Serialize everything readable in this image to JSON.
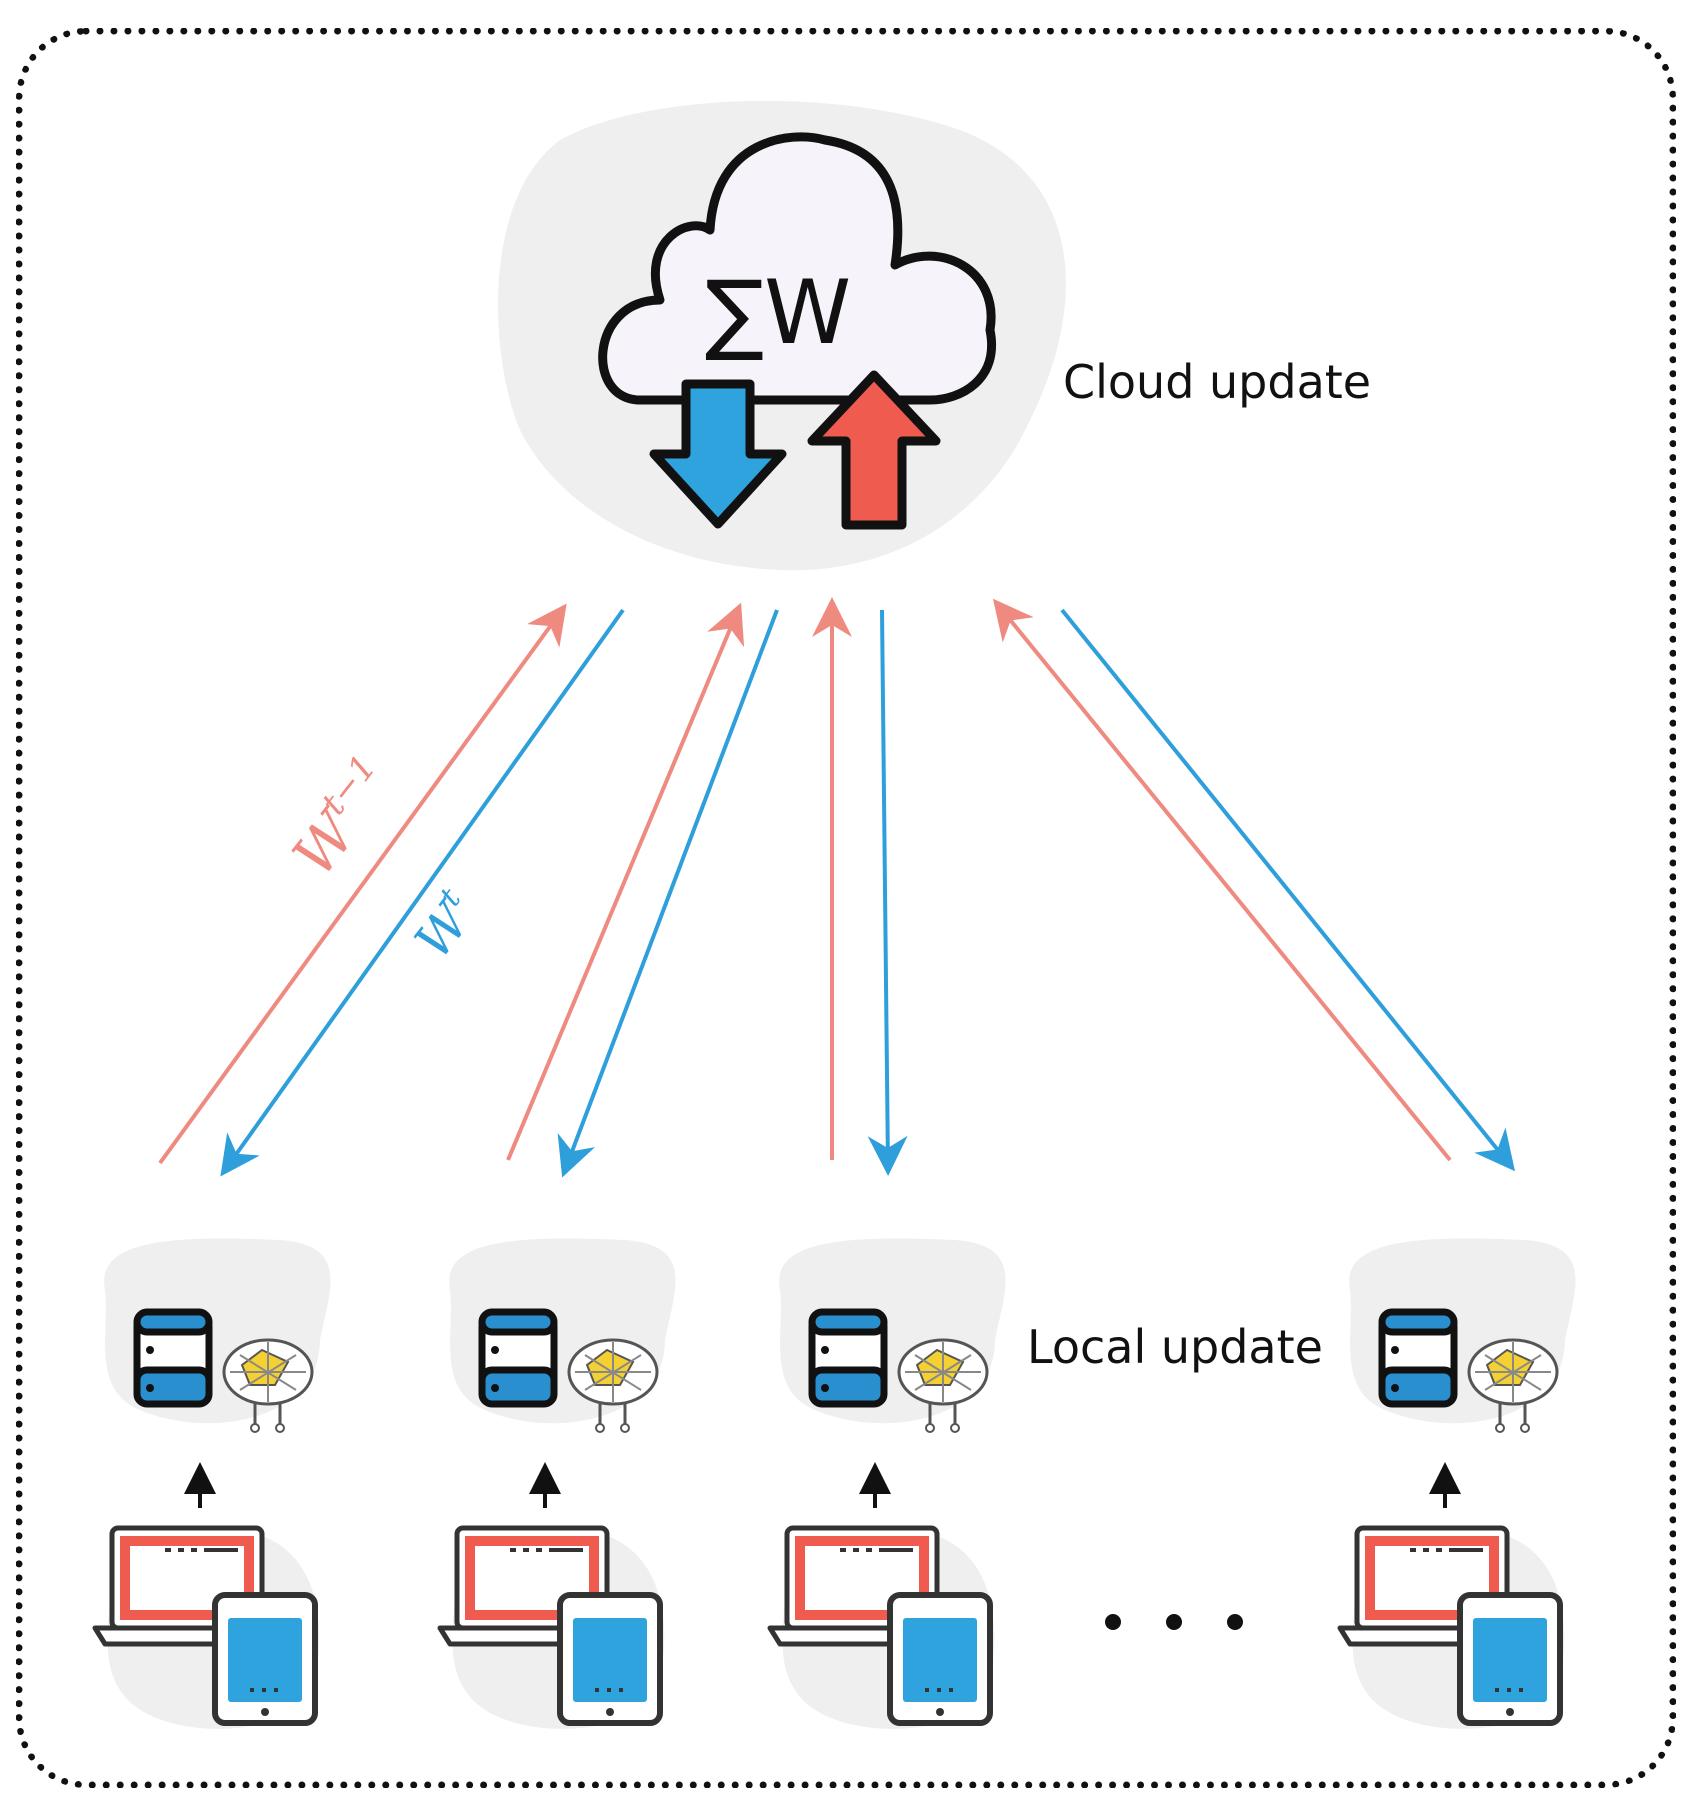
{
  "labels": {
    "cloud_update": "Cloud update",
    "local_update": "Local update",
    "aggregate_symbol": "∑W",
    "prev_weight_base": "W",
    "prev_weight_sup": "t−1",
    "curr_weight_base": "W",
    "curr_weight_sup": "t"
  },
  "colors": {
    "upload_arrow": "#ee8a80",
    "download_arrow": "#2f9fdc",
    "cloud_down_icon": "#2ea3de",
    "cloud_up_icon": "#ef5b4e",
    "laptop_screen": "#ef5b4e",
    "tablet_screen": "#2ea3de",
    "database": "#2a8fcf",
    "blob": "#efefef",
    "outline": "#111111"
  },
  "icons": {
    "cloud": "cloud-aggregation-icon",
    "download": "download-arrow-icon",
    "upload": "upload-arrow-icon",
    "database": "database-icon",
    "brain": "neural-brain-icon",
    "laptop": "laptop-icon",
    "tablet": "tablet-icon",
    "ellipsis": "ellipsis-dots"
  },
  "clients": [
    {
      "name": "client-1"
    },
    {
      "name": "client-2"
    },
    {
      "name": "client-3"
    },
    {
      "name": "client-n"
    }
  ]
}
